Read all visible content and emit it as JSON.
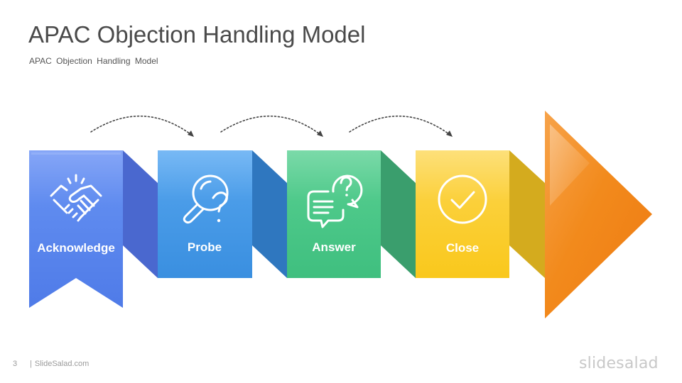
{
  "slide": {
    "title": "APAC Objection Handling Model",
    "subtitle": "APAC Objection Handling Model",
    "page_number": "3",
    "footer_site": "SlideSalad.com",
    "brand": "slidesalad"
  },
  "steps": [
    {
      "label": "Acknowledge",
      "icon": "handshake-icon",
      "color": "#4f7be8"
    },
    {
      "label": "Probe",
      "icon": "magnifier-question-icon",
      "color": "#3a8fe0"
    },
    {
      "label": "Answer",
      "icon": "chat-question-icon",
      "color": "#3fbf7f"
    },
    {
      "label": "Close",
      "icon": "check-circle-icon",
      "color": "#f9c81c"
    }
  ],
  "arrow_color": "#f28a1c"
}
